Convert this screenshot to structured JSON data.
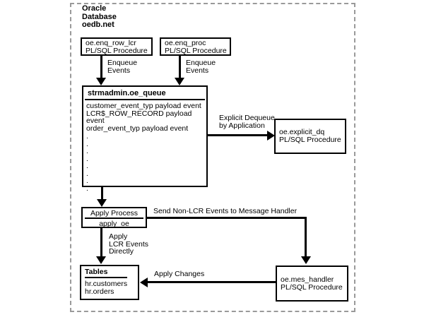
{
  "diagram": {
    "database_title": "Oracle\nDatabase\noedb.net",
    "boxes": {
      "enq_row_lcr": "oe.enq_row_lcr\nPL/SQL Procedure",
      "enq_proc": "oe.enq_proc\nPL/SQL Procedure",
      "queue": {
        "header": "strmadmin.oe_queue",
        "items": "customer_event_typ payload event\nLCR$_ROW_RECORD payload event\norder_event_typ payload event",
        "dots": ".\n.\n.\n.\n.\n.\n.\n."
      },
      "explicit_dq": "oe.explicit_dq\nPL/SQL Procedure",
      "apply_process": {
        "header": "Apply Process",
        "name": "apply_oe"
      },
      "tables": {
        "header": "Tables",
        "items": "hr.customers\nhr.orders"
      },
      "mes_handler": "oe.mes_handler\nPL/SQL Procedure"
    },
    "labels": {
      "enqueue_events_left": "Enqueue\nEvents",
      "enqueue_events_right": "Enqueue\nEvents",
      "explicit_dequeue": "Explicit Dequeue\nby Application",
      "send_non_lcr": "Send Non-LCR Events to Message Handler",
      "apply_lcr": "Apply\nLCR Events\nDirectly",
      "apply_changes": "Apply Changes"
    },
    "colors": {
      "line": "#000000",
      "boundary_dash": "#9a9a9a",
      "background": "#ffffff"
    }
  }
}
